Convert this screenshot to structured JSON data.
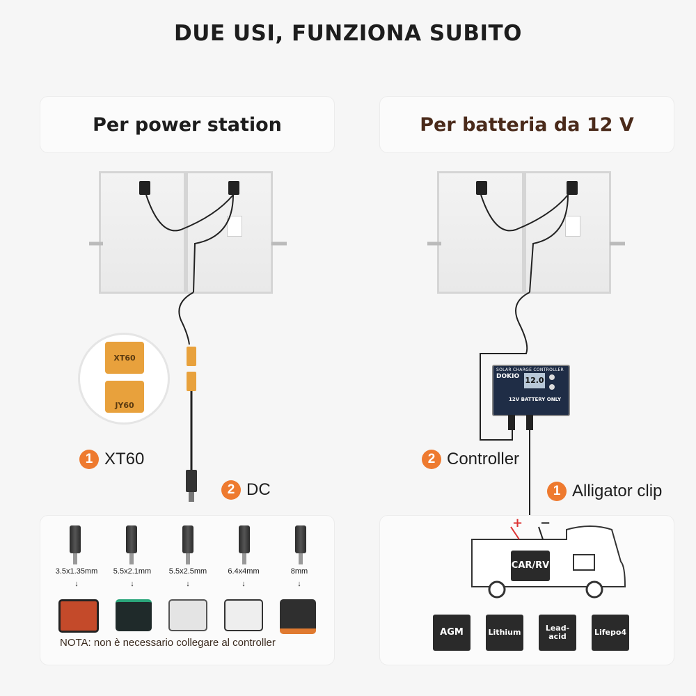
{
  "title": "DUE USI, FUNZIONA SUBITO",
  "left": {
    "header": "Per power station",
    "connector_top": "XT60",
    "connector_bottom": "JY60",
    "label1_num": "1",
    "label1_text": "XT60",
    "label2_num": "2",
    "label2_text": "DC",
    "plugs": [
      "3.5x1.35mm",
      "5.5x2.1mm",
      "5.5x2.5mm",
      "6.4x4mm",
      "8mm"
    ],
    "note": "NOTA: non è necessario collegare al controller"
  },
  "right": {
    "header": "Per batteria da 12 V",
    "controller_title": "SOLAR CHARGE CONTROLLER",
    "controller_brand": "DOKIO",
    "controller_display": "12.0",
    "controller_footer": "12V BATTERY ONLY",
    "label2_num": "2",
    "label2_text": "Controller",
    "label1_num": "1",
    "label1_text": "Alligator clip",
    "plus": "+",
    "minus": "−",
    "van_battery": "CAR/RV",
    "batteries": [
      "AGM",
      "Lithium",
      "Lead-\nacid",
      "Lifepo4"
    ]
  },
  "colors": {
    "accent": "#ee7a2f",
    "header_right": "#4a2a1a",
    "dark": "#222222"
  }
}
